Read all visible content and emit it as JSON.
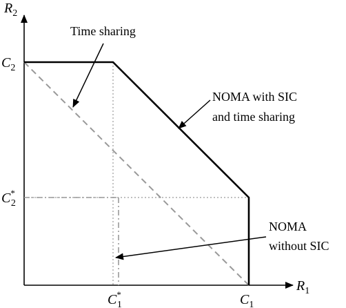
{
  "axes": {
    "x_var": "R",
    "x_sub": "1",
    "y_var": "R",
    "y_sub": "2"
  },
  "ticks": {
    "x": [
      {
        "var": "C",
        "sup": "*",
        "sub": "1"
      },
      {
        "var": "C",
        "sup": "",
        "sub": "1"
      }
    ],
    "y": [
      {
        "var": "C",
        "sup": "",
        "sub": "2"
      },
      {
        "var": "C",
        "sup": "*",
        "sub": "2"
      }
    ]
  },
  "annotations": {
    "time_sharing": "Time sharing",
    "noma_sic_line1": "NOMA with SIC",
    "noma_sic_line2": "and time sharing",
    "noma_nosic_line1": "NOMA",
    "noma_nosic_line2": "without SIC"
  }
}
